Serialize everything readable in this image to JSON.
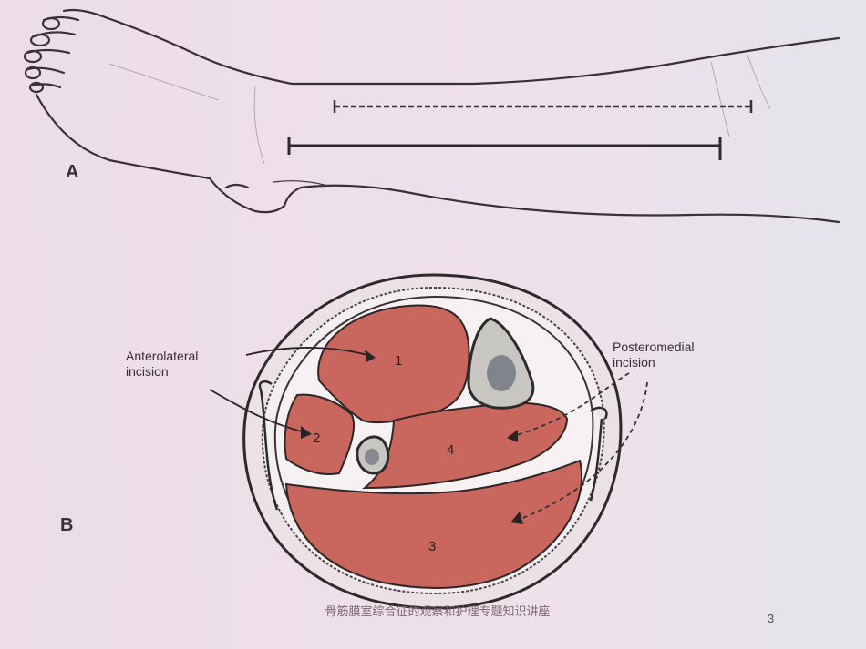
{
  "figure": {
    "panel_a_label": "A",
    "panel_b_label": "B",
    "anterolateral_label": "Anterolateral\nincision",
    "posteromedial_label": "Posteromedial\nincision",
    "compartments": [
      "1",
      "2",
      "3",
      "4"
    ]
  },
  "footer": {
    "title": "骨筋膜室综合征的观察和护理专题知识讲座",
    "page_number": "3"
  },
  "colors": {
    "muscle": "#c9675e",
    "background": "#ecdde6",
    "line": "#2c2a2c"
  }
}
